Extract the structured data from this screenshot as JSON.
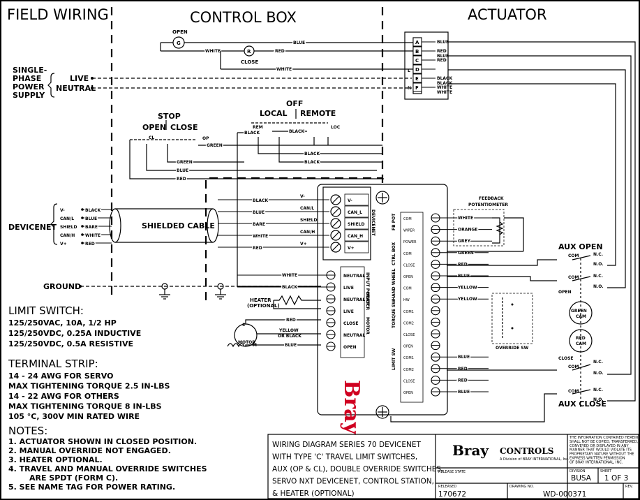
{
  "headers": {
    "field": "FIELD WIRING",
    "control": "CONTROL BOX",
    "actuator": "ACTUATOR"
  },
  "power": {
    "l1": "SINGLE-",
    "l2": "PHASE",
    "l3": "POWER",
    "l4": "SUPPLY",
    "live": "LIVE",
    "neutral": "NEUTRAL"
  },
  "station": {
    "open": "OPEN",
    "g": "G",
    "r": "R",
    "close": "CLOSE",
    "stop": "STOP",
    "open2": "OPEN",
    "close2": "CLOSE",
    "off": "OFF",
    "local": "LOCAL",
    "remote": "REMOTE",
    "rem": "REM",
    "loc": "LOC",
    "cl": "CL",
    "op": "OP"
  },
  "actuator_terminals": [
    "A",
    "B",
    "C",
    "D",
    "E",
    "F"
  ],
  "actuator_side_labels": [
    "L",
    "N"
  ],
  "wires": {
    "blue": "BLUE",
    "white": "WHITE",
    "red": "RED",
    "black": "BLACK",
    "green": "GREEN",
    "bare": "BARE",
    "yellow": "YELLOW",
    "orange": "ORANGE",
    "grey": "GREY"
  },
  "devicenet": {
    "label": "DEVICENET",
    "cable": "SHIELDED CABLE",
    "pins": [
      "V-",
      "CAN/L",
      "SHIELD",
      "CAN/H",
      "V+"
    ],
    "colors": [
      "BLACK",
      "BLUE",
      "BARE",
      "WHITE",
      "RED"
    ],
    "term_labels": [
      "V-",
      "CAN_L",
      "SHIELD",
      "CAN_H",
      "V+"
    ],
    "mid_labels": [
      "V-",
      "CAN/L",
      "SHIELD",
      "CAN/H",
      "V+"
    ],
    "side": "DEVICENET"
  },
  "ground": "GROUND",
  "left_terms": {
    "labels": [
      "NEUTRAL",
      "LIVE",
      "NEUTRAL",
      "LIVE",
      "CLOSE",
      "NEUTRAL",
      "OPEN"
    ],
    "g1": "INPUT POWER",
    "g2": "HEATER",
    "g3": "MOTOR"
  },
  "heater": {
    "l1": "HEATER",
    "l2": "(OPTIONAL)"
  },
  "motor": {
    "label": "MOTOR",
    "c": "C",
    "m": "M",
    "yellow_or": "YELLOW",
    "or_black": "OR BLACK"
  },
  "right_terms": {
    "labels": [
      "COM",
      "WIPER",
      "POWER",
      "COM",
      "CLOSE",
      "OPEN",
      "COM",
      "HW",
      "COM1",
      "COM2",
      "CLOSE",
      "OPEN",
      "COM1",
      "COM2",
      "CLOSE",
      "OPEN"
    ],
    "groups": [
      "FB POT",
      "CTRL BOX",
      "HAND WHEEL",
      "TORQUE SW",
      "LIMIT SW"
    ]
  },
  "feedback": {
    "l1": "FEEDBACK",
    "l2": "POTENTIOMETER"
  },
  "override": "OVERRIDE SW",
  "aux": {
    "open": "AUX OPEN",
    "close": "AUX CLOSE",
    "com": "COM",
    "nc": "N.C.",
    "no": "N.O.",
    "open_sm": "OPEN",
    "close_sm": "CLOSE",
    "green_cam": [
      "GREEN",
      "CAM"
    ],
    "red_cam": [
      "RED",
      "CAM"
    ]
  },
  "brand_vertical": "Bray",
  "limit_switch": {
    "title": "LIMIT SWITCH:",
    "lines": [
      "125/250VAC, 10A, 1/2 HP",
      "125/250VDC, 0.25A INDUCTIVE",
      "125/250VDC, 0.5A RESISTIVE"
    ]
  },
  "terminal_strip": {
    "title": "TERMINAL STRIP:",
    "lines": [
      "14 - 24 AWG FOR SERVO",
      "MAX TIGHTENING TORQUE 2.5 IN-LBS",
      "14 - 22 AWG FOR OTHERS",
      "MAX TIGHTENING TORQUE 8 IN-LBS",
      "105 °C, 300V MIN RATED WIRE"
    ]
  },
  "notes": {
    "title": "NOTES:",
    "lines": [
      "1. ACTUATOR SHOWN IN CLOSED POSITION.",
      "2. MANUAL OVERRIDE NOT ENGAGED.",
      "3. HEATER OPTIONAL.",
      "4. TRAVEL AND MANUAL OVERRIDE SWITCHES",
      "ARE SPDT (FORM C).",
      "5. SEE NAME TAG FOR POWER RATING."
    ]
  },
  "title_block": {
    "desc": [
      "WIRING DIAGRAM        SERIES 70        DEVICENET",
      "WITH TYPE 'C' TRAVEL LIMIT SWITCHES,",
      "AUX (OP & CL), DOUBLE OVERRIDE SWITCHES,",
      "SERVO NXT DEVICENET, CONTROL STATION,",
      "& HEATER (OPTIONAL)"
    ],
    "logo": "Bray",
    "logo2": "CONTROLS",
    "logo_sub": "A Division of BRAY INTERNATIONAL, Inc.",
    "release_state_label": "RELEASE STATE",
    "released_label": "RELEASED",
    "released": "170672",
    "division_label": "DIVISION",
    "division": "BUSA",
    "sheet_label": "SHEET",
    "sheet": "1 OF 3",
    "drawing_label": "DRAWING NO.",
    "drawing": "WD-000371",
    "rev_label": "REV.",
    "legal": [
      "THE INFORMATION CONTAINED HEREIN",
      "SHALL NOT BE COPIED, TRANSFERRED,",
      "CONVEYED OR DISPLAYED IN ANY",
      "MANNER THAT WOULD VIOLATE ITS",
      "PROPRIETARY NATURE WITHOUT THE",
      "EXPRESS WRITTEN PERMISSION",
      "OF BRAY INTERNATIONAL, INC."
    ]
  }
}
